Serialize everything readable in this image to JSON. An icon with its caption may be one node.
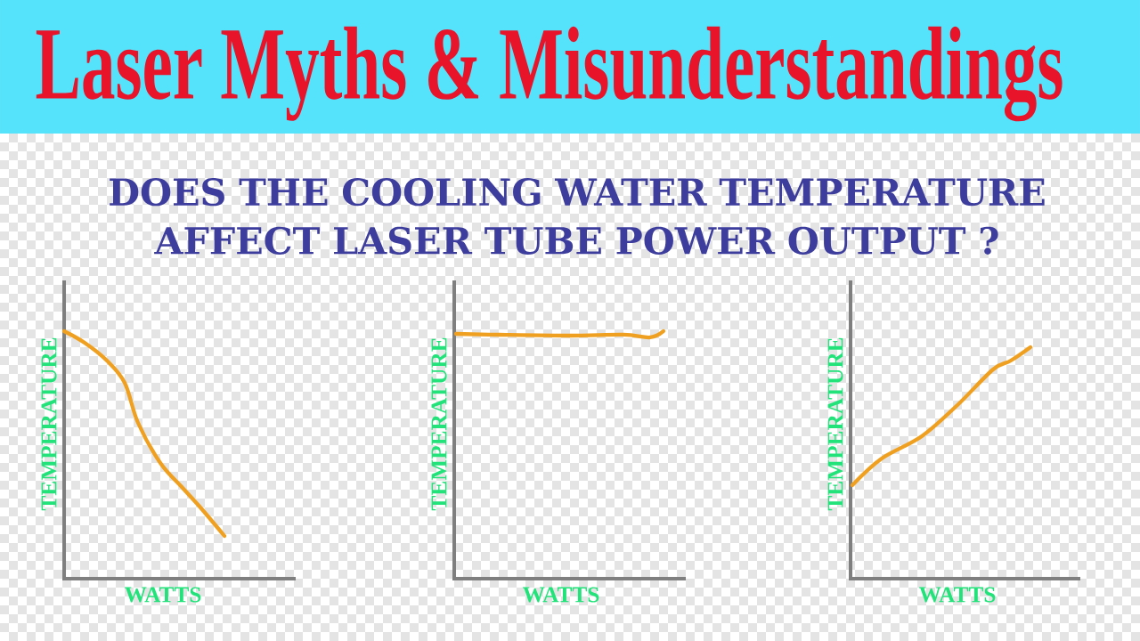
{
  "diagram": {
    "title": "Laser Myths & Misunderstandings",
    "labels": [
      "DOES THE COOLING WATER TEMPERATURE AFFECT LASER TUBE POWER OUTPUT ?",
      "TEMPERATURE",
      "WATTS",
      "TEMPERATURE",
      "WATTS",
      "TEMPERATURE",
      "WATTS"
    ]
  }
}
